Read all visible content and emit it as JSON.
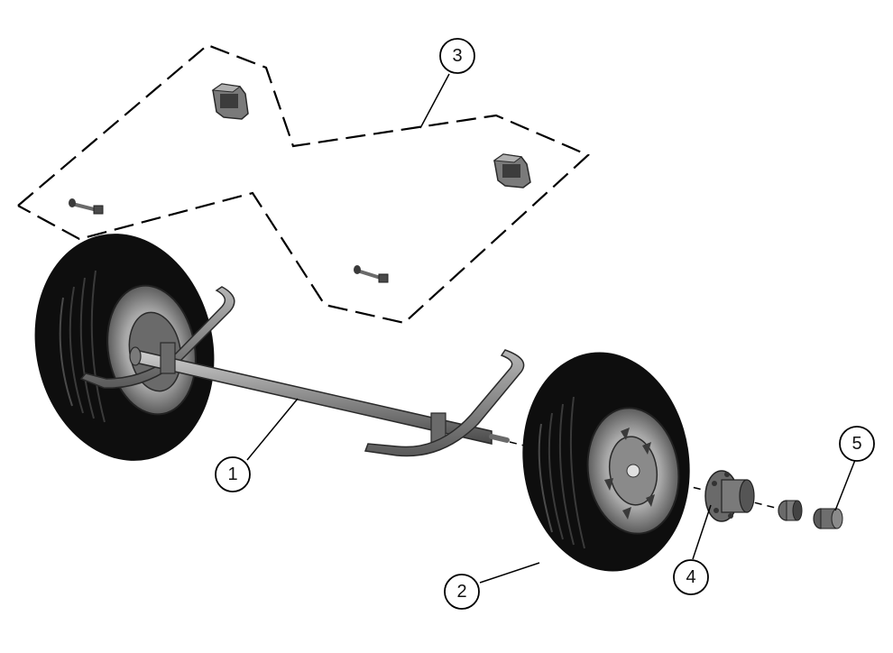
{
  "callouts": [
    {
      "id": "1",
      "label": "1",
      "part": "axle-with-springs"
    },
    {
      "id": "2",
      "label": "2",
      "part": "wheel-assembly"
    },
    {
      "id": "3",
      "label": "3",
      "part": "hanger-and-bolt-kit"
    },
    {
      "id": "4",
      "label": "4",
      "part": "hub"
    },
    {
      "id": "5",
      "label": "5",
      "part": "bearing-cap"
    }
  ],
  "colors": {
    "tire": "#101010",
    "tire_highlight": "#4a4a4a",
    "metal": "#8a8a8a",
    "metal_dark": "#4f4f4f",
    "metal_light": "#c9c9c9",
    "line": "#000000"
  }
}
